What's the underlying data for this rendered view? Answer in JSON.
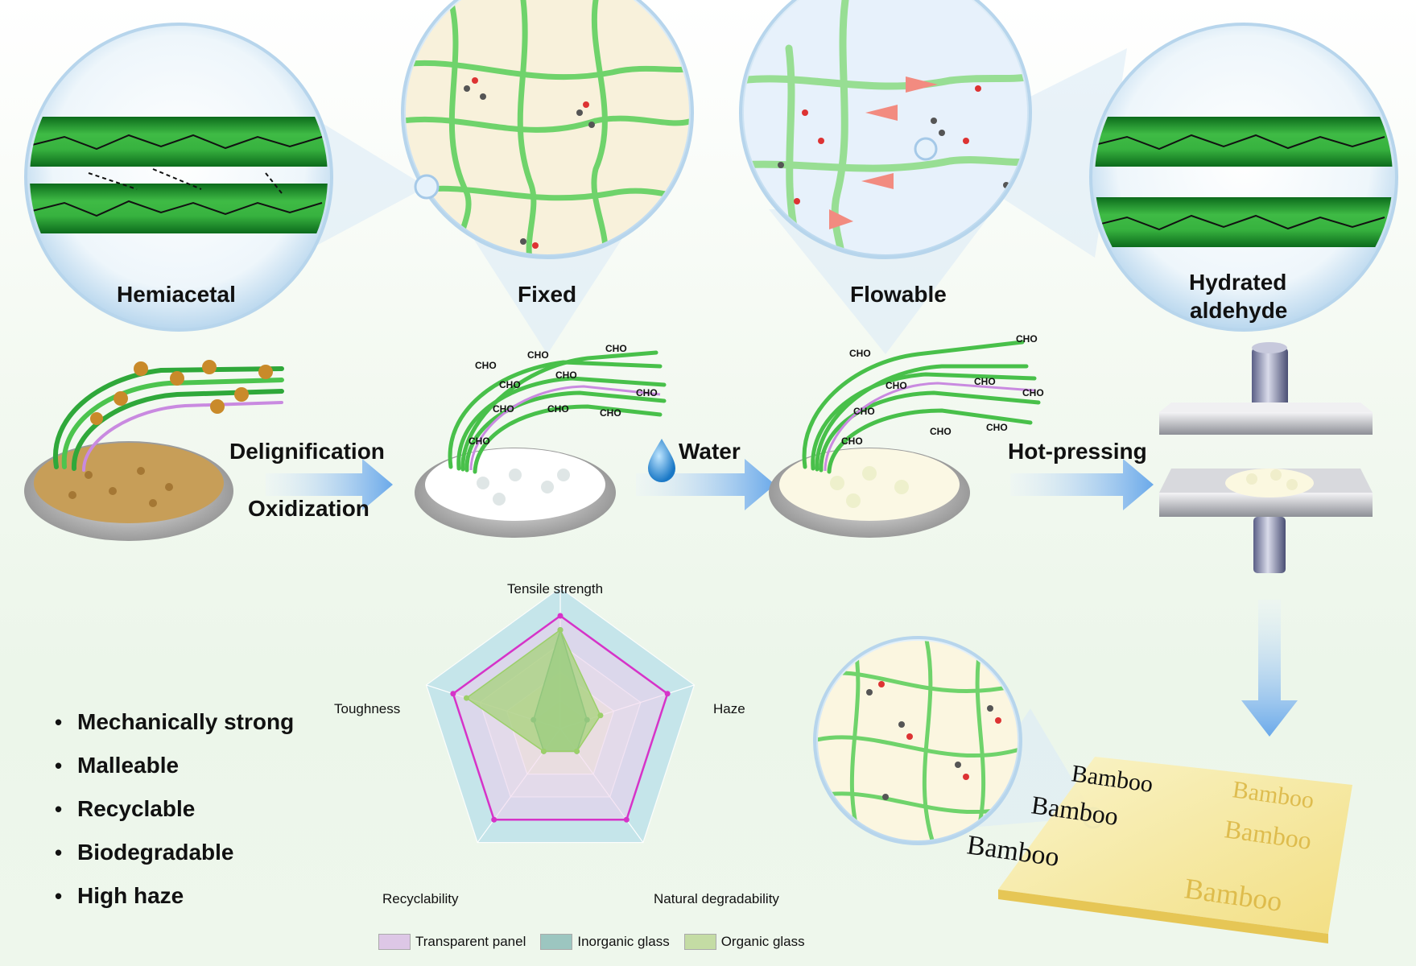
{
  "zooms": {
    "hemiacetal": "Hemiacetal",
    "fixed": "Fixed",
    "flowable": "Flowable",
    "hydrated": [
      "Hydrated",
      "aldehyde"
    ]
  },
  "process": {
    "step1_top": "Delignification",
    "step1_bottom": "Oxidization",
    "step2": "Water",
    "step3": "Hot-pressing"
  },
  "fiber_label": "CHO",
  "properties": [
    "Mechanically strong",
    "Malleable",
    "Recyclable",
    "Biodegradable",
    "High haze"
  ],
  "bamboo_text": "Bamboo",
  "chart_data": {
    "type": "radar",
    "axes": [
      "Tensile strength",
      "Haze",
      "Natural degradability",
      "Recyclability",
      "Toughness"
    ],
    "range": [
      0,
      5
    ],
    "series": [
      {
        "name": "Transparent panel",
        "values": [
          4,
          4,
          4,
          4,
          4
        ],
        "color": "#d633c8"
      },
      {
        "name": "Inorganic glass",
        "values": [
          3.5,
          1,
          1,
          1,
          1
        ],
        "color": "#5aa58a"
      },
      {
        "name": "Organic glass",
        "values": [
          3.5,
          1.5,
          1,
          1,
          3.5
        ],
        "color": "#9ccf6a"
      }
    ],
    "legend": "bottom"
  }
}
